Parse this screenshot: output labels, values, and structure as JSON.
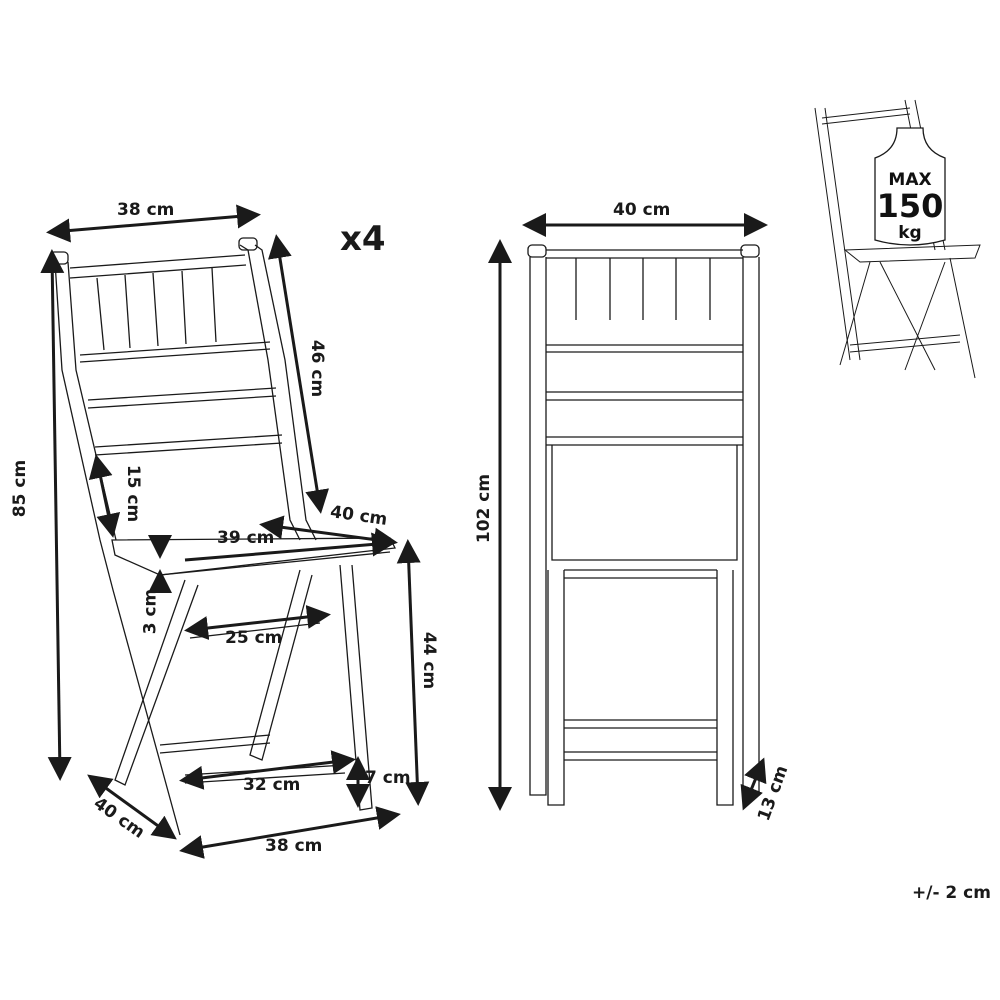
{
  "quantity": "x4",
  "tolerance": "+/- 2 cm",
  "side_view": {
    "top_width": "38 cm",
    "total_height": "85 cm",
    "back_height": "46 cm",
    "lumbar_gap": "15 cm",
    "seat_depth": "40 cm",
    "seat_width": "39 cm",
    "seat_thickness": "3 cm",
    "upper_crossbar": "25 cm",
    "seat_height": "44 cm",
    "lower_crossbar": "32 cm",
    "foot_clearance": "7 cm",
    "base_depth": "40 cm",
    "base_width": "38 cm"
  },
  "folded_view": {
    "width": "40 cm",
    "height": "102 cm",
    "depth": "13 cm"
  },
  "weight_badge": {
    "max_label": "MAX",
    "value": "150",
    "unit": "kg"
  },
  "colors": {
    "line": "#1a1a1a",
    "background": "#ffffff"
  }
}
